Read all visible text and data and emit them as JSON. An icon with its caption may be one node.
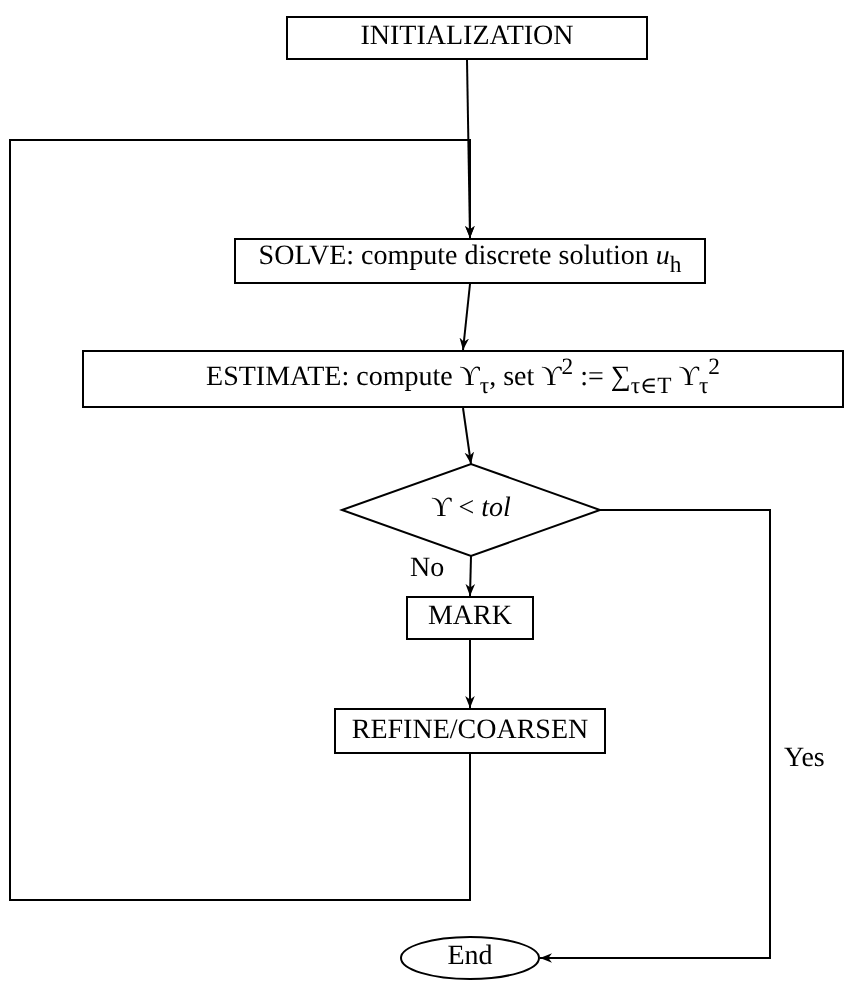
{
  "diagram": {
    "nodes": [
      {
        "text": [
          "INITIALIZATION"
        ]
      },
      {
        "text": [
          "SOLVE: compute discrete solution *u*$_{h}$"
        ]
      },
      {
        "text": [
          "ESTIMATE: compute ϒ$_{τ}$, set ϒ$^{2}$ := ∑$_{τ∈T}$ ϒ$_{τ}$$^{2}$"
        ]
      },
      {
        "text": [
          "ϒ < *tol*"
        ]
      },
      {
        "text": [
          "MARK"
        ]
      },
      {
        "text": [
          "REFINE/COARSEN"
        ]
      },
      {
        "text": [
          "End"
        ]
      }
    ],
    "edges": [
      {
        "from": 0,
        "to": 1,
        "arrow": "to"
      },
      {
        "from": 1,
        "to": 2,
        "arrow": "to"
      },
      {
        "from": 2,
        "to": 3,
        "arrow": "to"
      },
      {
        "from": 3,
        "to": 4,
        "arrow": "to",
        "label": "No"
      },
      {
        "from": 4,
        "to": 5,
        "arrow": "to"
      },
      {
        "from": 5,
        "to": 1,
        "arrow": "to"
      },
      {
        "from": 3,
        "to": 6,
        "arrow": "to",
        "label": "Yes"
      }
    ]
  }
}
